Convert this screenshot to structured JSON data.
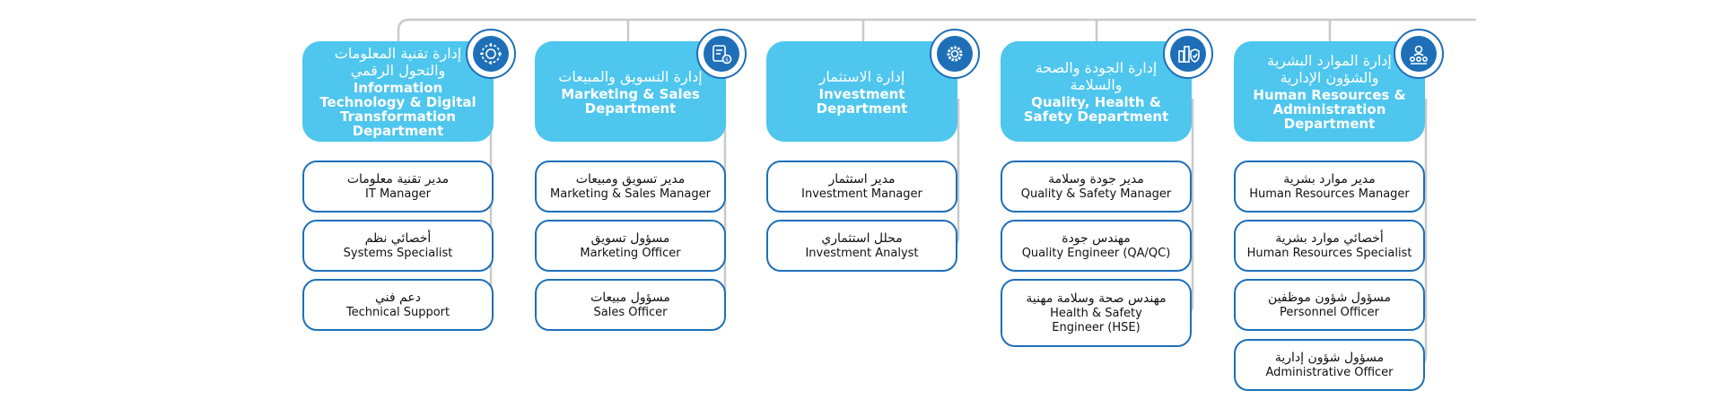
{
  "colors": {
    "dept_fill": "#4ec6ee",
    "role_border": "#1e6fb8",
    "connector": "#c9c9c9",
    "icon_bg": "#1e6fb8"
  },
  "departments": [
    {
      "ar": "إدارة تقنية المعلومات والتحول الرقمي",
      "en": "Information Technology & Digital Transformation Department",
      "icon": "digital-network-icon",
      "roles": [
        {
          "ar": "مدير تقنية معلومات",
          "en": "IT Manager"
        },
        {
          "ar": "أخصائي نظم",
          "en": "Systems Specialist"
        },
        {
          "ar": "دعم فني",
          "en": "Technical Support"
        }
      ]
    },
    {
      "ar": "إدارة التسويق والمبيعات",
      "en": "Marketing & Sales Department",
      "icon": "marketing-sales-icon",
      "roles": [
        {
          "ar": "مدير تسويق ومبيعات",
          "en": "Marketing & Sales Manager"
        },
        {
          "ar": "مسؤول تسويق",
          "en": "Marketing Officer"
        },
        {
          "ar": "مسؤول مبيعات",
          "en": "Sales Officer"
        }
      ]
    },
    {
      "ar": "إدارة الاستثمار",
      "en": "Investment Department",
      "icon": "investment-gear-icon",
      "roles": [
        {
          "ar": "مدير استثمار",
          "en": "Investment Manager"
        },
        {
          "ar": "محلل استثماري",
          "en": "Investment Analyst"
        }
      ]
    },
    {
      "ar": "إدارة الجودة والصحة والسلامة",
      "en": "Quality, Health & Safety Department",
      "icon": "safety-shield-icon",
      "roles": [
        {
          "ar": "مدير جودة وسلامة",
          "en": "Quality & Safety Manager"
        },
        {
          "ar": "مهندس جودة",
          "en": "Quality Engineer (QA/QC)"
        },
        {
          "ar": "مهندس صحة وسلامة مهنية",
          "en": "Health & Safety Engineer (HSE)"
        }
      ]
    },
    {
      "ar": "إدارة الموارد البشرية والشؤون الإدارية",
      "en": "Human Resources & Administration Department",
      "icon": "people-team-icon",
      "roles": [
        {
          "ar": "مدير موارد بشرية",
          "en": "Human Resources Manager"
        },
        {
          "ar": "أخصائي موارد بشرية",
          "en": "Human Resources Specialist"
        },
        {
          "ar": "مسؤول شؤون موظفين",
          "en": "Personnel Officer"
        },
        {
          "ar": "مسؤول شؤون إدارية",
          "en": "Administrative Officer"
        }
      ]
    }
  ]
}
